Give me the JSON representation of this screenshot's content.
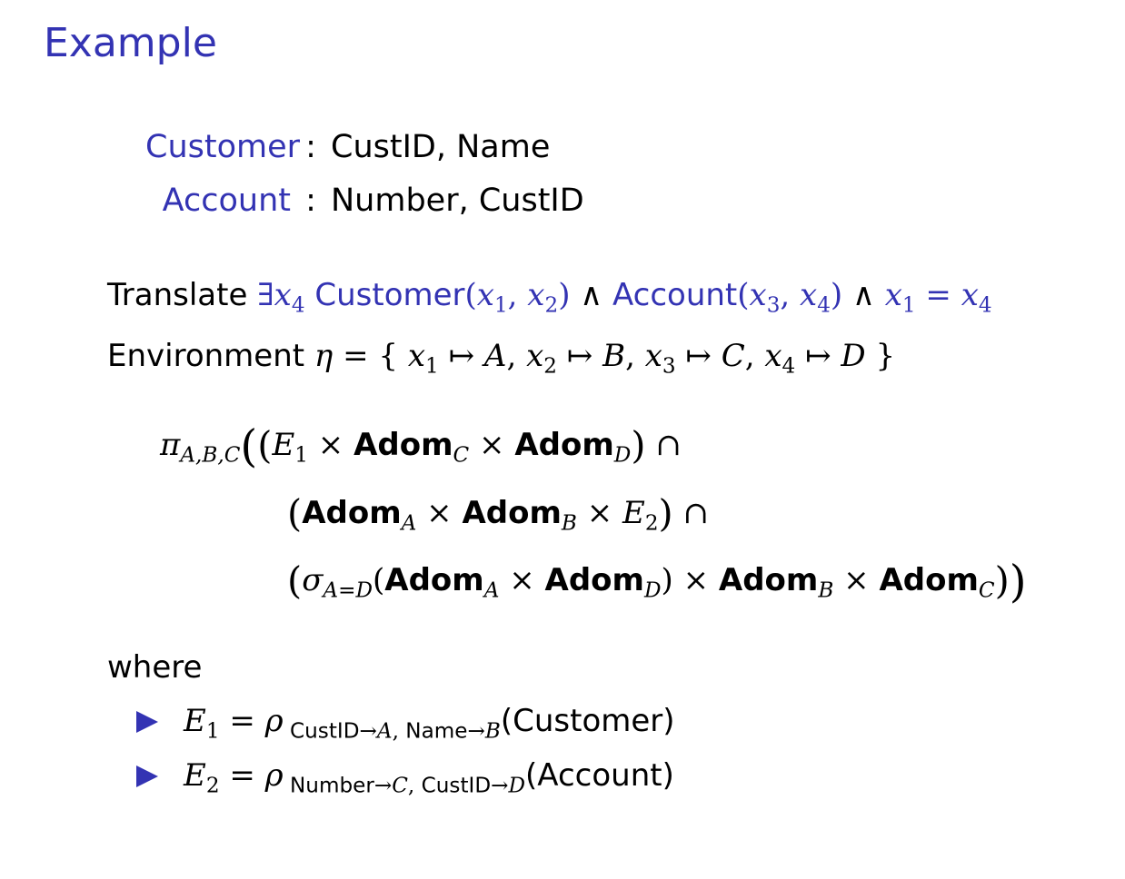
{
  "slide": {
    "title": "Example"
  },
  "schema": [
    {
      "relation": "Customer",
      "colon": ":",
      "attributes": "CustID, Name"
    },
    {
      "relation": "Account",
      "colon": ":",
      "attributes": "Number, CustID"
    }
  ],
  "translate": {
    "label": "Translate",
    "customer": "Customer",
    "account": "Account"
  },
  "environment": {
    "label": "Environment"
  },
  "where": {
    "label": "where"
  },
  "definitions": [
    {
      "lhs": "E",
      "sub": "1",
      "rho_sub_a": "CustID",
      "rho_sub_b": "Name",
      "arg": "(Customer)"
    },
    {
      "lhs": "E",
      "sub": "2",
      "rho_sub_a": "Number",
      "rho_sub_b": "CustID",
      "arg": "(Account)"
    }
  ],
  "adom_label": "Adom",
  "colors": {
    "accent": "#3333b3"
  },
  "icons": [
    "triangle-bullet-icon"
  ]
}
